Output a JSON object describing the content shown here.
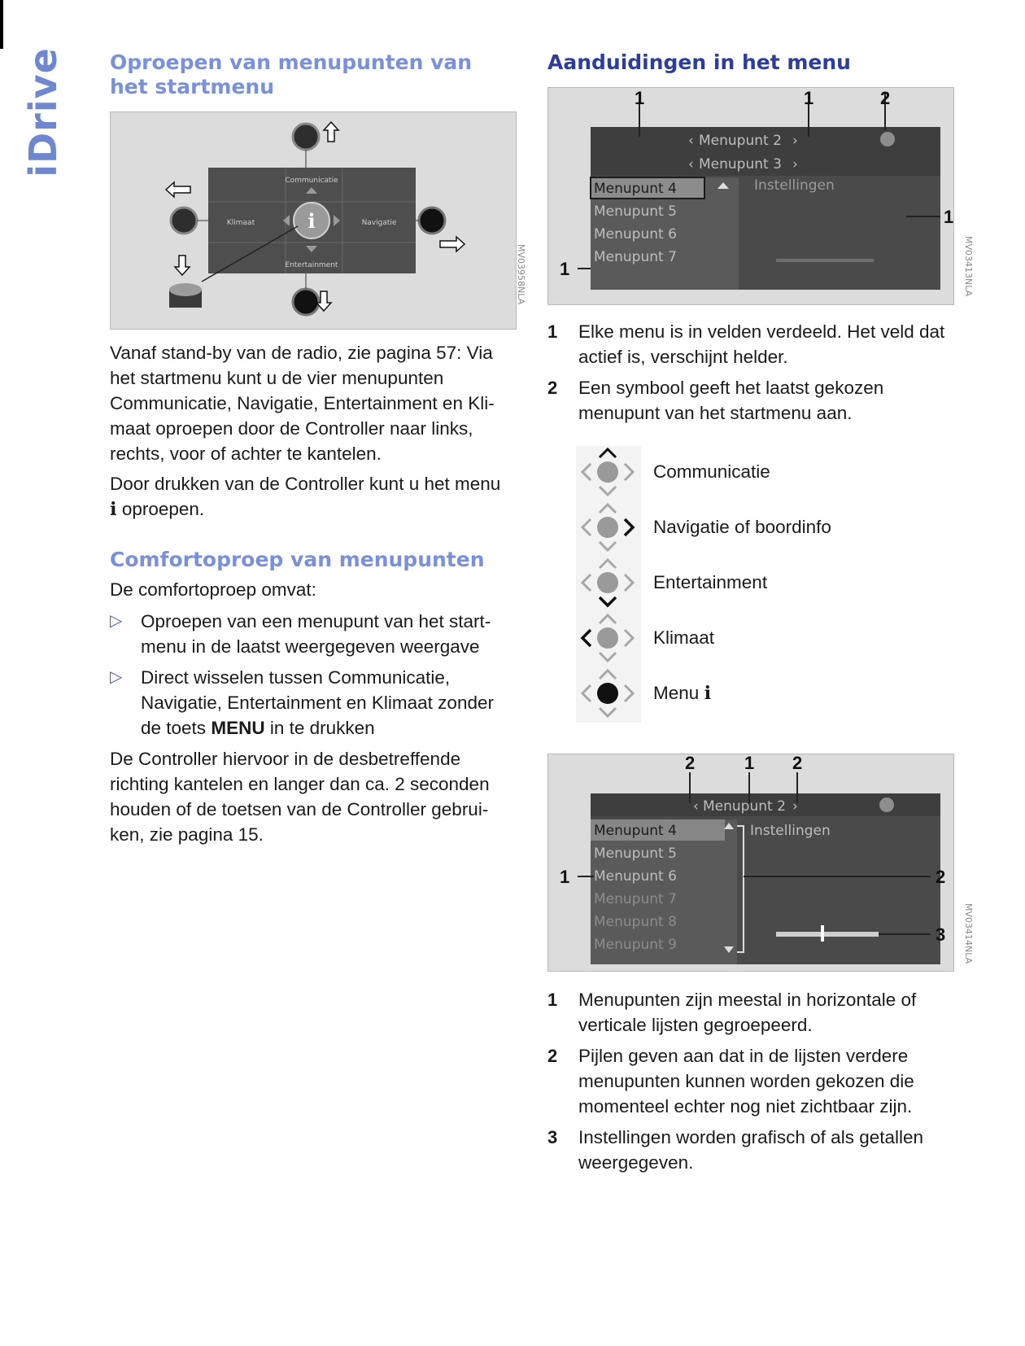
{
  "side_tab": "iDrive",
  "left": {
    "heading1": "Oproepen van menupunten van het startmenu",
    "fig1": {
      "labels": {
        "top": "Communicatie",
        "left": "Klimaat",
        "right": "Navigatie",
        "bottom": "Entertainment",
        "center": "i"
      },
      "code": "MV03958NLA"
    },
    "para1": "Vanaf stand-by van de radio, zie pagina 57: Via het startmenu kunt u de vier menupunten Communicatie, Navigatie, Entertainment en Kli­maat oproepen door de Controller naar links, rechts, voor of achter te kantelen.",
    "para2_a": "Door drukken van de Controller kunt u het menu",
    "para2_icon": "i",
    "para2_b": "oproepen.",
    "heading2": "Comfortoproep van menupunten",
    "para3": "De comfortoproep omvat:",
    "bullets": [
      "Oproepen van een menupunt van het start­menu in de laatst weergegeven weergave",
      "Direct wisselen tussen Communicatie, Navigatie, Entertainment en Klimaat zonder de toets"
    ],
    "bullet2_bold": "MENU",
    "bullet2_tail": "in te drukken",
    "para4": "De Controller hiervoor in de desbetreffende richting kantelen en langer dan ca. 2 seconden houden of de toetsen van de Controller gebrui­ken, zie pagina 15."
  },
  "right": {
    "heading": "Aanduidingen in het menu",
    "fig2": {
      "menu_top": [
        "Menupunt 2",
        "Menupunt 3"
      ],
      "menu_list": [
        "Menupunt 4",
        "Menupunt 5",
        "Menupunt 6",
        "Menupunt 7"
      ],
      "panel": "Instellingen",
      "callouts": [
        "1",
        "1",
        "2",
        "1",
        "1"
      ],
      "code": "MV03413NLA"
    },
    "list1": [
      {
        "n": "1",
        "text": "Elke menu is in velden verdeeld. Het veld dat actief is, verschijnt helder."
      },
      {
        "n": "2",
        "text": "Een symbool geeft het laatst gekozen menupunt van het startmenu aan."
      }
    ],
    "symbols": [
      {
        "icon": "controller-up-icon",
        "label": "Communicatie"
      },
      {
        "icon": "controller-right-icon",
        "label": "Navigatie of boordinfo"
      },
      {
        "icon": "controller-down-icon",
        "label": "Entertainment"
      },
      {
        "icon": "controller-left-icon",
        "label": "Klimaat"
      },
      {
        "icon": "controller-press-icon",
        "label": "Menu"
      }
    ],
    "symbol_menu_i": "i",
    "fig3": {
      "menu_top": "Menupunt 2",
      "menu_list": [
        "Menupunt 4",
        "Menupunt 5",
        "Menupunt 6",
        "Menupunt 7",
        "Menupunt 8",
        "Menupunt 9"
      ],
      "panel": "Instellingen",
      "callouts": [
        "2",
        "1",
        "2",
        "1",
        "2",
        "3"
      ],
      "code": "MV03414NLA"
    },
    "list2": [
      {
        "n": "1",
        "text": "Menupunten zijn meestal in horizontale of verticale lijsten gegroepeerd."
      },
      {
        "n": "2",
        "text": "Pijlen geven aan dat in de lijsten verdere menupunten kunnen worden gekozen die momenteel echter nog niet zichtbaar zijn."
      },
      {
        "n": "3",
        "text": "Instellingen worden grafisch of als getallen weergegeven."
      }
    ]
  }
}
